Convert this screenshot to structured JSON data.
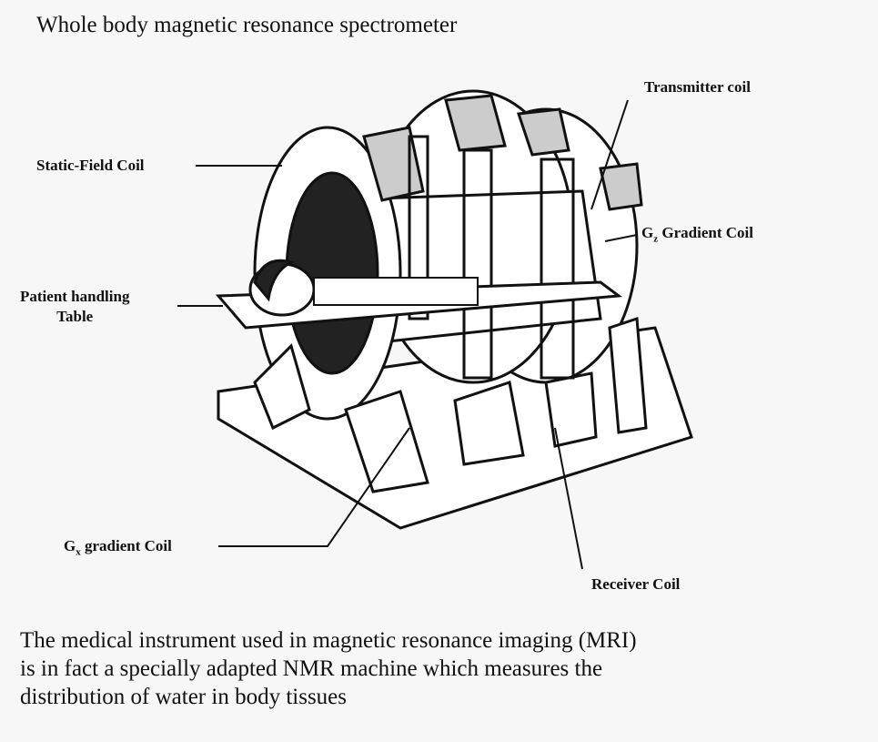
{
  "title": "Whole body magnetic resonance spectrometer",
  "labels": {
    "transmitter_coil": "Transmitter coil",
    "static_field_coil": "Static-Field Coil",
    "gz_prefix": "G",
    "gz_sub": "z",
    "gz_rest": " Gradient Coil",
    "patient_table_line1": "Patient handling",
    "patient_table_line2": "Table",
    "gx_prefix": "G",
    "gx_sub": "x",
    "gx_rest": " gradient Coil",
    "receiver_coil": "Receiver Coil"
  },
  "caption": {
    "line1": "The medical instrument used in magnetic resonance imaging (MRI)",
    "line2": "is in fact a specially adapted NMR machine which measures the",
    "line3": "distribution of water in body tissues"
  }
}
